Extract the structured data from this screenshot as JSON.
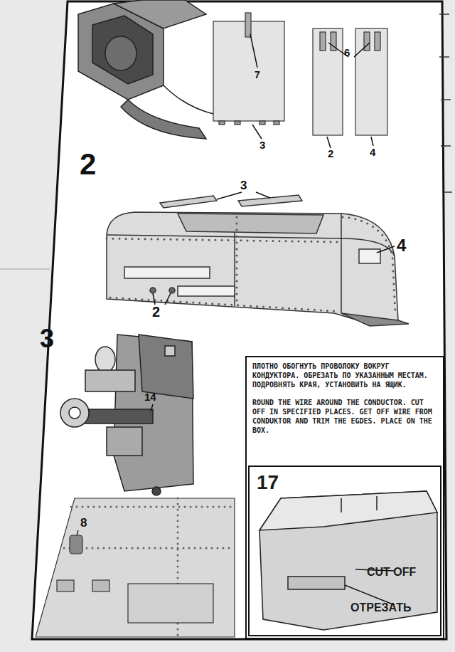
{
  "diagram": {
    "nodes": [
      {
        "text": [
          "ПЛОТНО ОБОГНУТЬ ПРОВОЛОКУ ВОКРУГ КОНДУКТОРА. ОБРЕЗАТЬ ПО УКАЗАННЫМ МЕСТАМ. ПОДРОВНЯТЬ КРАЯ, УСТАНОВИТЬ НА ЯЩИК.",
          "ROUND THE WIRE AROUND THE CONDUCTOR. CUT OFF IN SPECIFIED PLACES. GET OFF WIRE FROM CONDUKTOR AND TRIM THE EGDES. PLACE ON THE BOX."
        ]
      },
      {
        "text": [
          "17",
          "CUT OFF",
          "ОТРЕЗАТЬ"
        ],
        "in": 0
      }
    ],
    "labels": [
      "2",
      "7",
      "6",
      "3",
      "2",
      "4",
      "3",
      "4",
      "2",
      "3",
      "14",
      "8"
    ]
  }
}
